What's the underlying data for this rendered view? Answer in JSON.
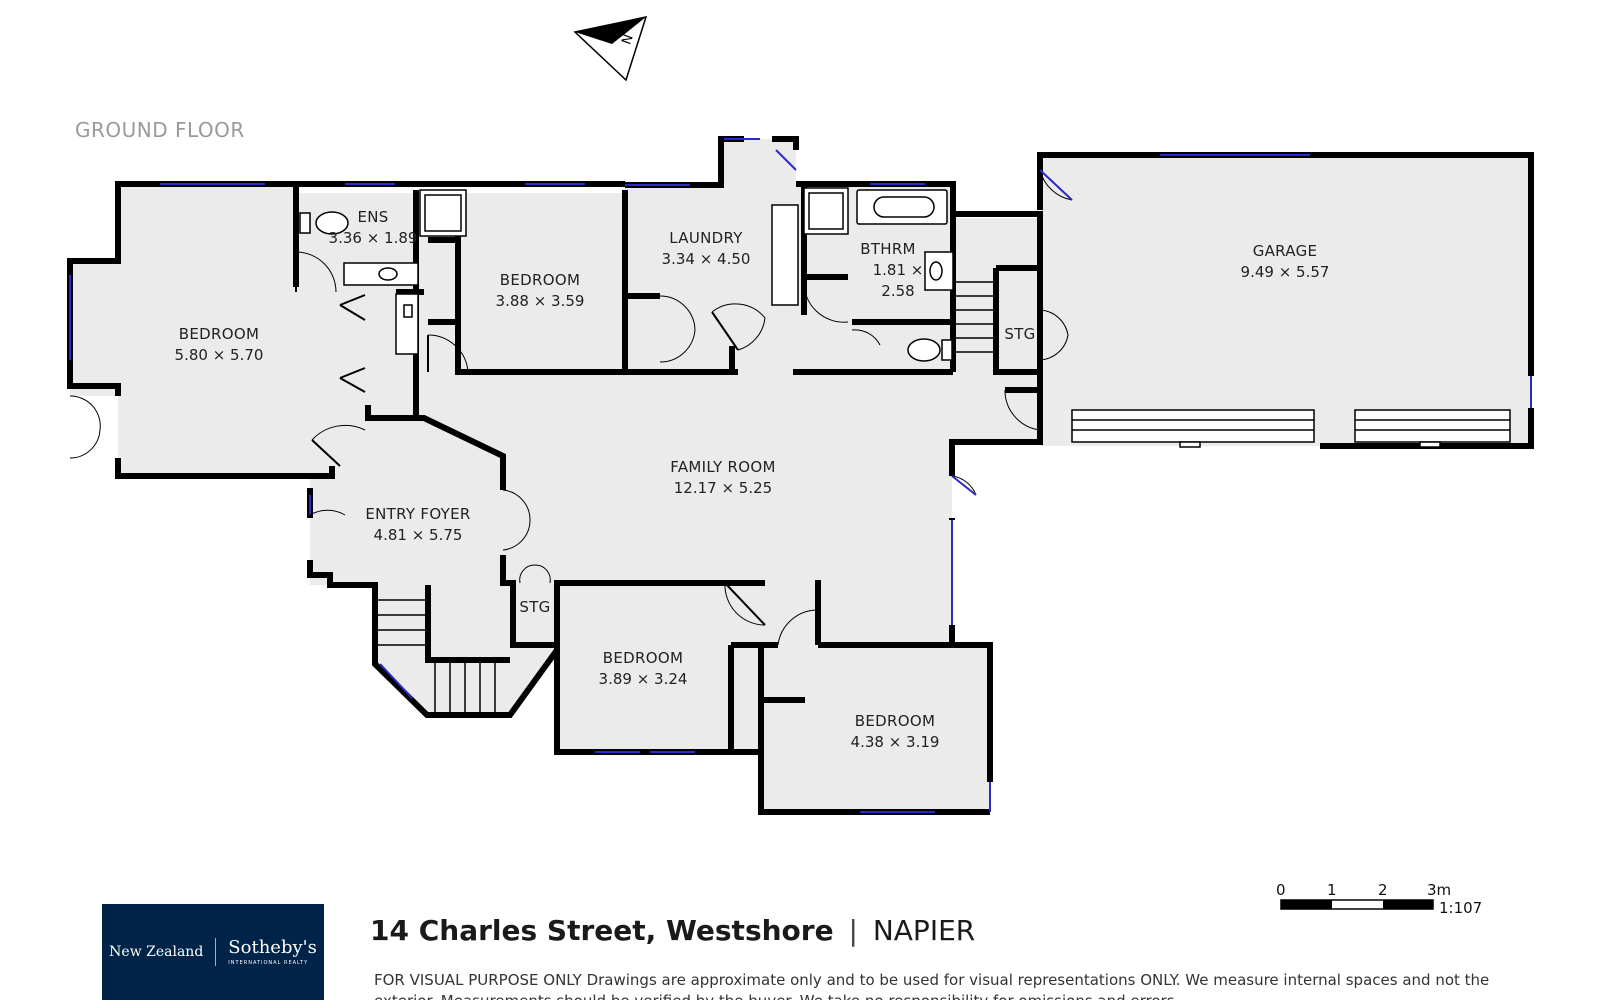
{
  "floor_label": "GROUND FLOOR",
  "rooms": [
    {
      "id": "bedroom-1",
      "name": "BEDROOM",
      "dims": "5.80 × 5.70"
    },
    {
      "id": "ens",
      "name": "ENS",
      "dims": "3.36 × 1.89"
    },
    {
      "id": "bedroom-2",
      "name": "BEDROOM",
      "dims": "3.88 × 3.59"
    },
    {
      "id": "laundry",
      "name": "LAUNDRY",
      "dims": "3.34 × 4.50"
    },
    {
      "id": "bthrm",
      "name": "BTHRM",
      "dims_line1": "1.81 ×",
      "dims_line2": "2.58"
    },
    {
      "id": "garage",
      "name": "GARAGE",
      "dims": "9.49 × 5.57"
    },
    {
      "id": "stg-1",
      "name": "STG"
    },
    {
      "id": "family-room",
      "name": "FAMILY ROOM",
      "dims": "12.17 × 5.25"
    },
    {
      "id": "entry-foyer",
      "name": "ENTRY FOYER",
      "dims": "4.81 × 5.75"
    },
    {
      "id": "stg-2",
      "name": "STG"
    },
    {
      "id": "bedroom-3",
      "name": "BEDROOM",
      "dims": "3.89 × 3.24"
    },
    {
      "id": "bedroom-4",
      "name": "BEDROOM",
      "dims": "4.38 × 3.19"
    }
  ],
  "compass": {
    "label": "N"
  },
  "scale": {
    "ticks": [
      "0",
      "1",
      "2",
      "3m"
    ],
    "ratio": "1:107"
  },
  "logo": {
    "left": "New Zealand",
    "brand": "Sotheby's",
    "sub": "INTERNATIONAL REALTY",
    "bg_color": "#002349"
  },
  "address": {
    "street": "14 Charles Street, Westshore",
    "separator": "|",
    "city": "NAPIER"
  },
  "disclaimer": "FOR VISUAL PURPOSE ONLY Drawings are approximate only and to be used for visual representations ONLY. We measure internal spaces and not the exterior. Measurements should be verified by the buyer. We take no responsibility for omissions and errors.",
  "colors": {
    "wall": "#000000",
    "floor": "#ebebeb",
    "window": "#2a2acc",
    "label": "#9a9a9a"
  }
}
